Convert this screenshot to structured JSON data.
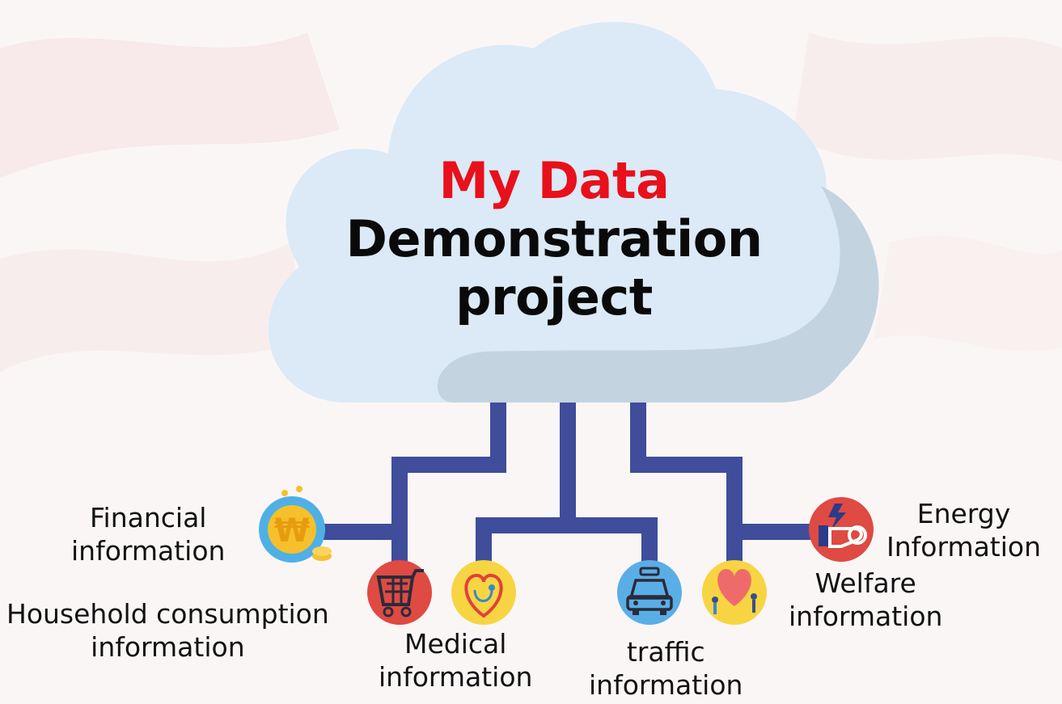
{
  "title": {
    "line1": "My Data",
    "line2": "Demonstration",
    "line3": "project"
  },
  "categories": [
    {
      "key": "financial",
      "line1": "Financial",
      "line2": "information",
      "icon": "won-coin-icon"
    },
    {
      "key": "household",
      "line1": "Household consumption",
      "line2": "information",
      "icon": "shopping-cart-icon"
    },
    {
      "key": "medical",
      "line1": "Medical",
      "line2": "information",
      "icon": "stethoscope-heart-icon"
    },
    {
      "key": "traffic",
      "line1": "traffic",
      "line2": "information",
      "icon": "car-icon"
    },
    {
      "key": "welfare",
      "line1": "Welfare",
      "line2": "information",
      "icon": "heart-people-icon"
    },
    {
      "key": "energy",
      "line1": "Energy",
      "line2": "Information",
      "icon": "energy-hand-icon"
    }
  ],
  "colors": {
    "title_accent": "#e8101b",
    "connector": "#3f4d9a",
    "cloud_light": "#dbeaf6",
    "cloud_shadow": "#c3d4e0"
  }
}
